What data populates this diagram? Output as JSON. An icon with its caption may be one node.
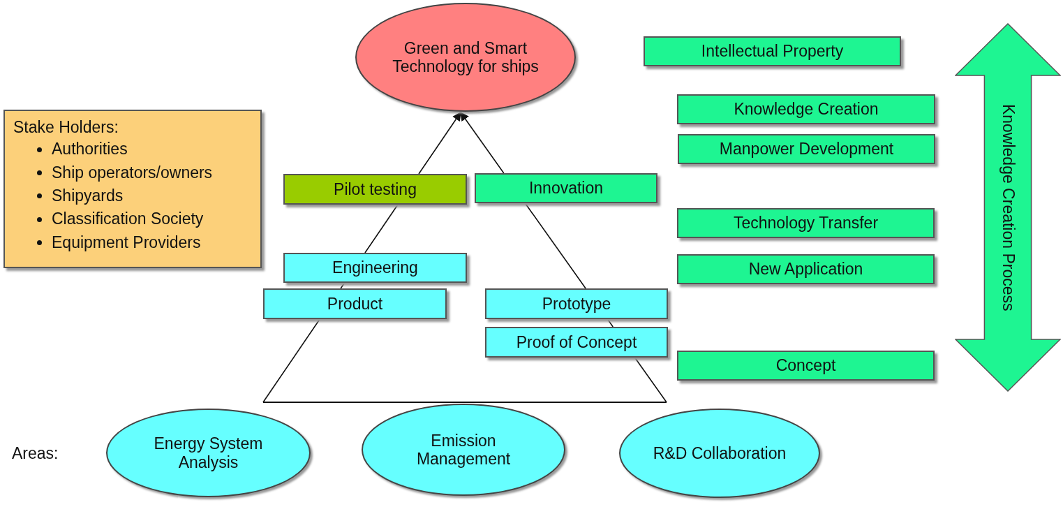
{
  "diagram": {
    "nodes": [
      {
        "text": [
          "Green and Smart Technology for ships"
        ]
      },
      {
        "text": [
          "Stake Holders:",
          "Authorities",
          "Ship operators/owners",
          "Shipyards",
          "Classification Society",
          "Equipment Providers"
        ]
      },
      {
        "text": [
          "Intellectual Property"
        ]
      },
      {
        "text": [
          "Knowledge Creation"
        ]
      },
      {
        "text": [
          "Manpower Development"
        ]
      },
      {
        "text": [
          "Pilot testing"
        ]
      },
      {
        "text": [
          "Innovation"
        ]
      },
      {
        "text": [
          "Technology Transfer"
        ]
      },
      {
        "text": [
          "Engineering"
        ]
      },
      {
        "text": [
          "New Application"
        ]
      },
      {
        "text": [
          "Product"
        ]
      },
      {
        "text": [
          "Prototype"
        ]
      },
      {
        "text": [
          "Proof of Concept"
        ]
      },
      {
        "text": [
          "Concept"
        ]
      },
      {
        "text": [
          "Knowledge Creation Process"
        ]
      },
      {
        "text": [
          "Energy System Analysis"
        ]
      },
      {
        "text": [
          "Emission Management"
        ]
      },
      {
        "text": [
          "R&D Collaboration"
        ]
      },
      {
        "text": [],
        "shape": "bar"
      }
    ],
    "edges": [
      {
        "from": 18,
        "to": 10,
        "arrow": "none"
      },
      {
        "from": 10,
        "to": 8,
        "arrow": "none"
      },
      {
        "from": 8,
        "to": 5,
        "arrow": "none"
      },
      {
        "from": 5,
        "to": 0,
        "arrow": "to"
      },
      {
        "from": 18,
        "to": 12,
        "arrow": "none"
      },
      {
        "from": 12,
        "to": 11,
        "arrow": "none"
      },
      {
        "from": 11,
        "to": 6,
        "arrow": "none"
      },
      {
        "from": 6,
        "to": 0,
        "arrow": "to"
      }
    ],
    "labels": [
      "Areas:"
    ]
  }
}
